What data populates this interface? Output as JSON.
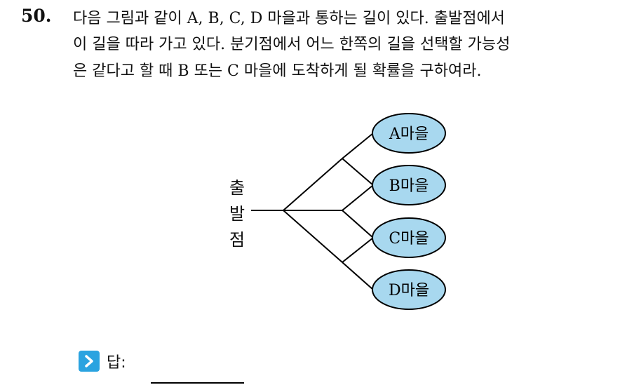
{
  "question": {
    "number": "50.",
    "lines": [
      "다음 그림과 같이 A, B, C, D 마을과 통하는 길이 있다. 출발점에서",
      "이 길을 따라 가고 있다. 분기점에서 어느 한쪽의 길을 선택할 가능성",
      "은 같다고 할 때 B 또는 C 마을에 도착하게 될 확률을 구하여라."
    ]
  },
  "diagram": {
    "start_chars": [
      "출",
      "발",
      "점"
    ],
    "villages": [
      "A마을",
      "B마을",
      "C마을",
      "D마을"
    ],
    "village_fill": "#a8d8ef"
  },
  "answer": {
    "label": "답:",
    "icon": "chevron-right-icon",
    "icon_color": "#2aa3e0"
  }
}
